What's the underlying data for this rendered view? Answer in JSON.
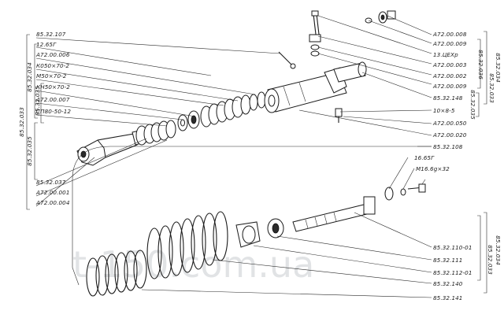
{
  "watermark": "t-150.com.ua",
  "right_labels": [
    "А72.00.008",
    "А72.00.009",
    "13.ЦЕХр",
    "А72.00.003",
    "А72.00.002",
    "А72.00.009",
    "85.32.148",
    "10×8-5",
    "А72.00.050",
    "А72.00.020",
    "85.32.108",
    "16.65Г",
    "М16.6g×32",
    "85.32.110-01",
    "85.32.111",
    "85.32.112-01",
    "85.32.140",
    "85.32.141"
  ],
  "left_labels": [
    "85.32.107",
    "12.65Г",
    "А72.00.006",
    "К050×70-2",
    "М50×70-2",
    "КН50×70-2",
    "А72.00.007",
    "СП80-50-12",
    "85.32.037",
    "А72.00.001",
    "А72.00.004"
  ],
  "right_brackets": [
    "85.32.036",
    "85.32.034",
    "85.32.035",
    "85.32.033",
    "85.32.034",
    "85.32.033"
  ],
  "left_brackets": [
    "85.32.033",
    "85.32.034",
    "85.32.035",
    "85.32.035"
  ]
}
